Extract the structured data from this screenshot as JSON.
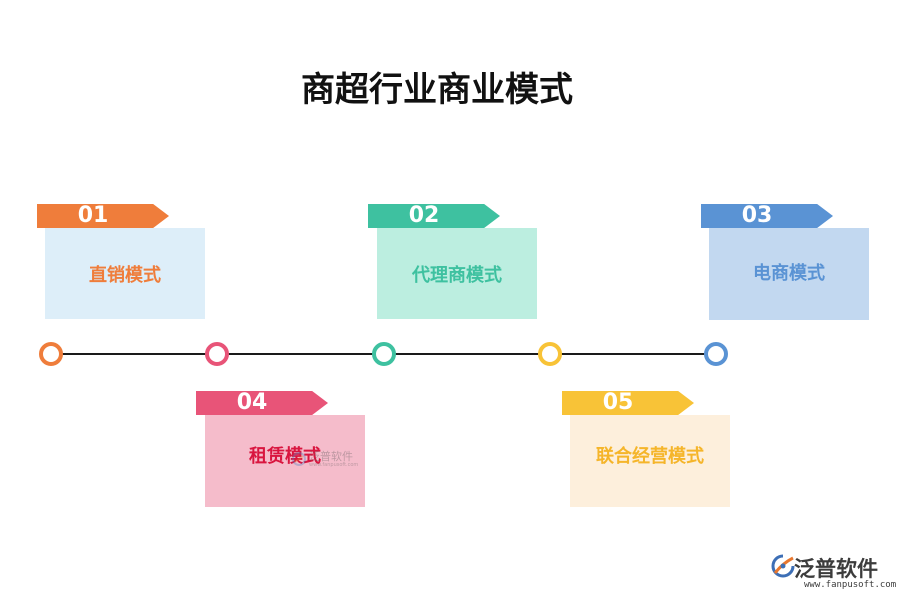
{
  "title": "商超行业商业模式",
  "items": [
    {
      "number": "01",
      "label": "直销模式",
      "color": "#ef7d3b",
      "box_color": "#ddeef9",
      "text_color": "#ef7d3b"
    },
    {
      "number": "02",
      "label": "代理商模式",
      "color": "#3ec1a0",
      "box_color": "#bceee0",
      "text_color": "#3ec1a0"
    },
    {
      "number": "03",
      "label": "电商模式",
      "color": "#5a93d4",
      "box_color": "#c2d8f0",
      "text_color": "#5a93d4"
    },
    {
      "number": "04",
      "label": "租赁模式",
      "color": "#e85478",
      "box_color": "#f5bccb",
      "text_color": "#d9153f"
    },
    {
      "number": "05",
      "label": "联合经营模式",
      "color": "#f8c337",
      "box_color": "#fdefdc",
      "text_color": "#f5b52a"
    }
  ],
  "timeline_nodes": [
    {
      "color": "#ef7d3b"
    },
    {
      "color": "#e85478"
    },
    {
      "color": "#3ec1a0"
    },
    {
      "color": "#f8c337"
    },
    {
      "color": "#5a93d4"
    }
  ],
  "watermark": {
    "text": "泛普软件",
    "sub": "www.fanpusoft.com"
  },
  "logo": {
    "name": "泛普软件",
    "url": "www.fanpusoft.com"
  }
}
